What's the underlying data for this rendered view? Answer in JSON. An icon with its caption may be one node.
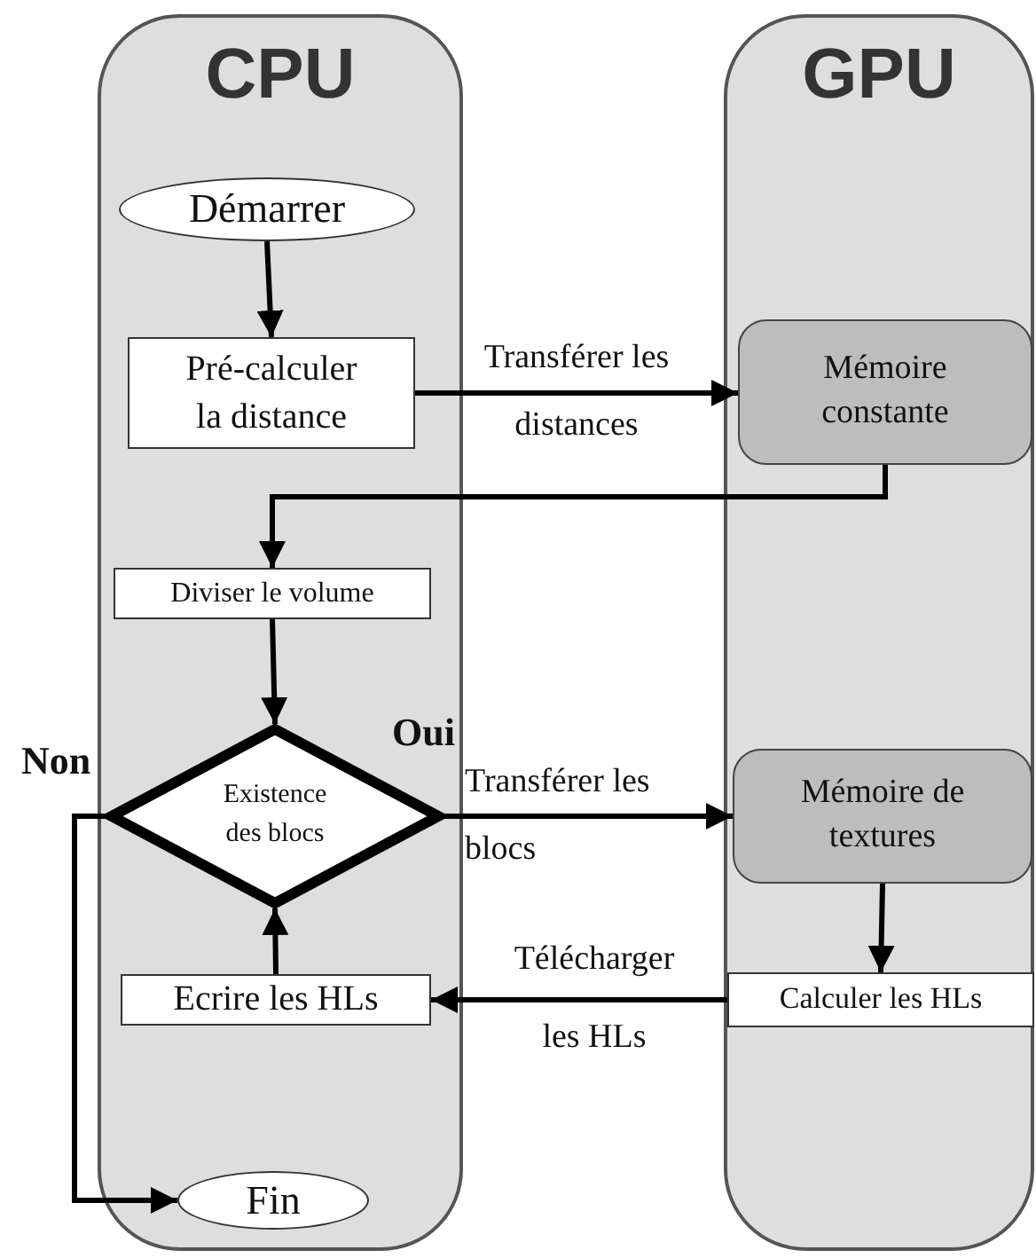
{
  "diagram": {
    "nodes": [
      {
        "text": [
          "CPU"
        ]
      },
      {
        "text": [
          "GPU"
        ]
      },
      {
        "text": [
          "Démarrer"
        ],
        "in": 0
      },
      {
        "text": [
          "Pré-calculer la distance"
        ],
        "in": 0
      },
      {
        "text": [
          "Diviser le volume"
        ],
        "in": 0
      },
      {
        "text": [
          "Existence des blocs"
        ],
        "in": 0
      },
      {
        "text": [
          "Ecrire les HLs"
        ],
        "in": 0
      },
      {
        "text": [
          "Fin"
        ],
        "in": 0
      },
      {
        "text": [
          "Mémoire constante"
        ],
        "in": 1
      },
      {
        "text": [
          "Mémoire de textures"
        ],
        "in": 1
      },
      {
        "text": [
          "Calculer les HLs"
        ],
        "in": 1
      }
    ],
    "edges": [
      {
        "from": 2,
        "to": 3,
        "arrow": "to"
      },
      {
        "from": 3,
        "to": 8,
        "arrow": "to",
        "label": "Transférer les distances"
      },
      {
        "from": 8,
        "to": 4,
        "arrow": "to"
      },
      {
        "from": 4,
        "to": 5,
        "arrow": "to"
      },
      {
        "from": 6,
        "to": 5,
        "arrow": "to"
      },
      {
        "from": 5,
        "to": 9,
        "arrow": "to",
        "label": "Transférer les blocs"
      },
      {
        "from": 9,
        "to": 10,
        "arrow": "to"
      },
      {
        "from": 10,
        "to": 6,
        "arrow": "to",
        "label": "Télécharger les HLs"
      },
      {
        "from": 5,
        "to": 7,
        "arrow": "to",
        "label": "Non"
      }
    ],
    "labels": [
      "Oui"
    ]
  }
}
